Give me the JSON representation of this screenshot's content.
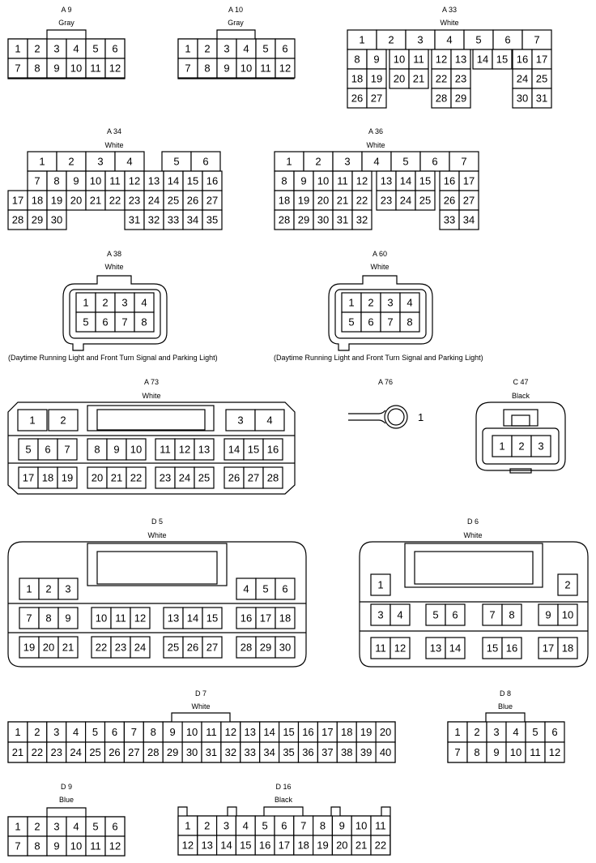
{
  "connectors": {
    "a9": {
      "name": "A 9",
      "color": "Gray",
      "top": [
        "1",
        "2",
        "3",
        "4",
        "5",
        "6"
      ],
      "bottom": [
        "7",
        "8",
        "9",
        "10",
        "11",
        "12"
      ]
    },
    "a10": {
      "name": "A 10",
      "color": "Gray",
      "top": [
        "1",
        "2",
        "3",
        "4",
        "5",
        "6"
      ],
      "bottom": [
        "7",
        "8",
        "9",
        "10",
        "11",
        "12"
      ]
    },
    "a33": {
      "name": "A 33",
      "color": "White",
      "r1": [
        "1",
        "2",
        "3",
        "4",
        "5",
        "6",
        "7"
      ],
      "r2": [
        "8",
        "9",
        "10",
        "11",
        "12",
        "13",
        "14",
        "15",
        "16",
        "17"
      ],
      "r3": [
        "18",
        "19",
        "20",
        "21",
        "22",
        "23",
        "24",
        "25"
      ],
      "r4": [
        "26",
        "27",
        "28",
        "29",
        "30",
        "31"
      ]
    },
    "a34": {
      "name": "A 34",
      "color": "White",
      "r1": [
        "1",
        "2",
        "3",
        "4",
        "5",
        "6"
      ],
      "r2": [
        "7",
        "8",
        "9",
        "10",
        "11",
        "12",
        "13",
        "14",
        "15",
        "16"
      ],
      "r3": [
        "17",
        "18",
        "19",
        "20",
        "21",
        "22",
        "23",
        "24",
        "25",
        "26",
        "27"
      ],
      "r4": [
        "28",
        "29",
        "30",
        "31",
        "32",
        "33",
        "34",
        "35"
      ]
    },
    "a36": {
      "name": "A 36",
      "color": "White",
      "r1": [
        "1",
        "2",
        "3",
        "4",
        "5",
        "6",
        "7"
      ],
      "r2": [
        "8",
        "9",
        "10",
        "11",
        "12",
        "13",
        "14",
        "15",
        "16",
        "17"
      ],
      "r3": [
        "18",
        "19",
        "20",
        "21",
        "22",
        "23",
        "24",
        "25",
        "26",
        "27"
      ],
      "r4": [
        "28",
        "29",
        "30",
        "31",
        "32",
        "33",
        "34"
      ]
    },
    "a38": {
      "name": "A 38",
      "color": "White",
      "pins": [
        "1",
        "2",
        "3",
        "4",
        "5",
        "6",
        "7",
        "8"
      ],
      "note": "(Daytime Running Light and Front Turn Signal and Parking Light)"
    },
    "a60": {
      "name": "A 60",
      "color": "White",
      "pins": [
        "1",
        "2",
        "3",
        "4",
        "5",
        "6",
        "7",
        "8"
      ],
      "note": "(Daytime Running Light and Front Turn Signal and Parking Light)"
    },
    "a73": {
      "name": "A 73",
      "color": "White",
      "pins": [
        "1",
        "2",
        "3",
        "4",
        "5",
        "6",
        "7",
        "8",
        "9",
        "10",
        "11",
        "12",
        "13",
        "14",
        "15",
        "16",
        "17",
        "18",
        "19",
        "20",
        "21",
        "22",
        "23",
        "24",
        "25",
        "26",
        "27",
        "28"
      ]
    },
    "a76": {
      "name": "A 76",
      "pin": "1"
    },
    "c47": {
      "name": "C 47",
      "color": "Black",
      "pins": [
        "1",
        "2",
        "3"
      ]
    },
    "d5": {
      "name": "D 5",
      "color": "White",
      "pins": [
        "1",
        "2",
        "3",
        "4",
        "5",
        "6",
        "7",
        "8",
        "9",
        "10",
        "11",
        "12",
        "13",
        "14",
        "15",
        "16",
        "17",
        "18",
        "19",
        "20",
        "21",
        "22",
        "23",
        "24",
        "25",
        "26",
        "27",
        "28",
        "29",
        "30"
      ]
    },
    "d6": {
      "name": "D 6",
      "color": "White",
      "pins": [
        "1",
        "2",
        "3",
        "4",
        "5",
        "6",
        "7",
        "8",
        "9",
        "10",
        "11",
        "12",
        "13",
        "14",
        "15",
        "16",
        "17",
        "18"
      ]
    },
    "d7": {
      "name": "D 7",
      "color": "White",
      "top": [
        "1",
        "2",
        "3",
        "4",
        "5",
        "6",
        "7",
        "8",
        "9",
        "10",
        "11",
        "12",
        "13",
        "14",
        "15",
        "16",
        "17",
        "18",
        "19",
        "20"
      ],
      "bottom": [
        "21",
        "22",
        "23",
        "24",
        "25",
        "26",
        "27",
        "28",
        "29",
        "30",
        "31",
        "32",
        "33",
        "34",
        "35",
        "36",
        "37",
        "38",
        "39",
        "40"
      ]
    },
    "d8": {
      "name": "D 8",
      "color": "Blue",
      "top": [
        "1",
        "2",
        "3",
        "4",
        "5",
        "6"
      ],
      "bottom": [
        "7",
        "8",
        "9",
        "10",
        "11",
        "12"
      ]
    },
    "d9": {
      "name": "D 9",
      "color": "Blue",
      "top": [
        "1",
        "2",
        "3",
        "4",
        "5",
        "6"
      ],
      "bottom": [
        "7",
        "8",
        "9",
        "10",
        "11",
        "12"
      ]
    },
    "d16": {
      "name": "D 16",
      "color": "Black",
      "top": [
        "1",
        "2",
        "3",
        "4",
        "5",
        "6",
        "7",
        "8",
        "9",
        "10",
        "11"
      ],
      "bottom": [
        "12",
        "13",
        "14",
        "15",
        "16",
        "17",
        "18",
        "19",
        "20",
        "21",
        "22"
      ]
    }
  }
}
